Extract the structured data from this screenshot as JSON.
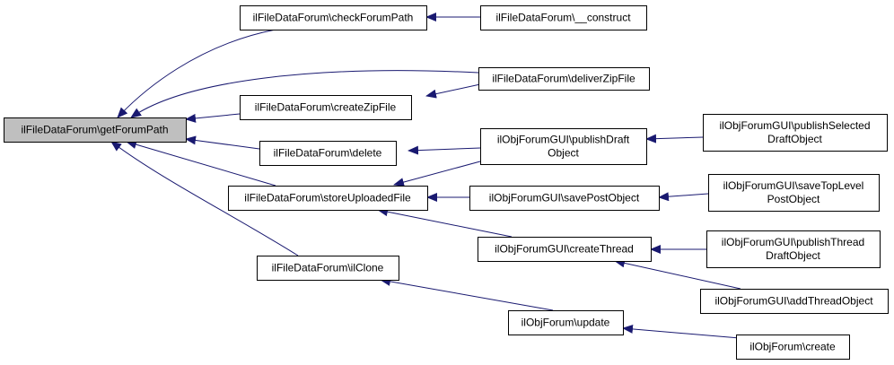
{
  "colors": {
    "edge": "#191970",
    "node_fill": "#ffffff",
    "root_fill": "#bfbfbf",
    "border": "#000000"
  },
  "nodes": [
    {
      "id": "getForumPath",
      "lines": [
        "ilFileDataForum\\getForumPath"
      ],
      "root": true
    },
    {
      "id": "checkForumPath",
      "lines": [
        "ilFileDataForum\\checkForumPath"
      ]
    },
    {
      "id": "construct",
      "lines": [
        "ilFileDataForum\\__construct"
      ]
    },
    {
      "id": "deliverZipFile",
      "lines": [
        "ilFileDataForum\\deliverZipFile"
      ]
    },
    {
      "id": "createZipFile",
      "lines": [
        "ilFileDataForum\\createZipFile"
      ]
    },
    {
      "id": "delete",
      "lines": [
        "ilFileDataForum\\delete"
      ]
    },
    {
      "id": "publishDraftObject",
      "lines": [
        "ilObjForumGUI\\publishDraft",
        "Object"
      ]
    },
    {
      "id": "publishSelectedDraftObject",
      "lines": [
        "ilObjForumGUI\\publishSelected",
        "DraftObject"
      ]
    },
    {
      "id": "storeUploadedFile",
      "lines": [
        "ilFileDataForum\\storeUploadedFile"
      ]
    },
    {
      "id": "savePostObject",
      "lines": [
        "ilObjForumGUI\\savePostObject"
      ]
    },
    {
      "id": "saveTopLevelPostObject",
      "lines": [
        "ilObjForumGUI\\saveTopLevel",
        "PostObject"
      ]
    },
    {
      "id": "createThread",
      "lines": [
        "ilObjForumGUI\\createThread"
      ]
    },
    {
      "id": "publishThreadDraftObject",
      "lines": [
        "ilObjForumGUI\\publishThread",
        "DraftObject"
      ]
    },
    {
      "id": "addThreadObject",
      "lines": [
        "ilObjForumGUI\\addThreadObject"
      ]
    },
    {
      "id": "ilClone",
      "lines": [
        "ilFileDataForum\\ilClone"
      ]
    },
    {
      "id": "update",
      "lines": [
        "ilObjForum\\update"
      ]
    },
    {
      "id": "create",
      "lines": [
        "ilObjForum\\create"
      ]
    }
  ],
  "edges": [
    {
      "from": "checkForumPath",
      "to": "getForumPath"
    },
    {
      "from": "construct",
      "to": "checkForumPath"
    },
    {
      "from": "deliverZipFile",
      "to": "getForumPath"
    },
    {
      "from": "createZipFile",
      "to": "getForumPath"
    },
    {
      "from": "deliverZipFile",
      "to": "createZipFile"
    },
    {
      "from": "delete",
      "to": "getForumPath"
    },
    {
      "from": "publishDraftObject",
      "to": "delete"
    },
    {
      "from": "publishSelectedDraftObject",
      "to": "publishDraftObject"
    },
    {
      "from": "storeUploadedFile",
      "to": "getForumPath"
    },
    {
      "from": "publishDraftObject",
      "to": "storeUploadedFile"
    },
    {
      "from": "savePostObject",
      "to": "storeUploadedFile"
    },
    {
      "from": "saveTopLevelPostObject",
      "to": "savePostObject"
    },
    {
      "from": "createThread",
      "to": "storeUploadedFile"
    },
    {
      "from": "publishThreadDraftObject",
      "to": "createThread"
    },
    {
      "from": "addThreadObject",
      "to": "createThread"
    },
    {
      "from": "ilClone",
      "to": "getForumPath"
    },
    {
      "from": "update",
      "to": "ilClone"
    },
    {
      "from": "create",
      "to": "update"
    }
  ]
}
